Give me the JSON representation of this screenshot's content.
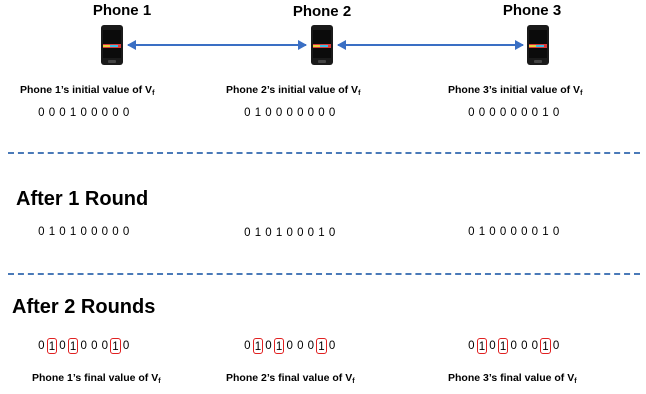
{
  "phones": [
    {
      "title": "Phone 1",
      "initial_label": "Phone 1’s initial value of V",
      "final_label": "Phone 1’s final value of V"
    },
    {
      "title": "Phone 2",
      "initial_label": "Phone 2’s initial value of V",
      "final_label": "Phone 2’s final value of V"
    },
    {
      "title": "Phone 3",
      "initial_label": "Phone 3’s initial value of V",
      "final_label": "Phone 3’s final value of V"
    }
  ],
  "subscript": "f",
  "initial_bits": [
    [
      0,
      0,
      0,
      1,
      0,
      0,
      0,
      0,
      0
    ],
    [
      0,
      1,
      0,
      0,
      0,
      0,
      0,
      0,
      0
    ],
    [
      0,
      0,
      0,
      0,
      0,
      0,
      0,
      1,
      0
    ]
  ],
  "round1": {
    "title": "After 1 Round",
    "bits": [
      [
        0,
        1,
        0,
        1,
        0,
        0,
        0,
        0,
        0
      ],
      [
        0,
        1,
        0,
        1,
        0,
        0,
        0,
        1,
        0
      ],
      [
        0,
        1,
        0,
        0,
        0,
        0,
        0,
        1,
        0
      ]
    ]
  },
  "round2": {
    "title": "After 2 Rounds",
    "bits": [
      [
        0,
        1,
        0,
        1,
        0,
        0,
        0,
        1,
        0
      ],
      [
        0,
        1,
        0,
        1,
        0,
        0,
        0,
        1,
        0
      ],
      [
        0,
        1,
        0,
        1,
        0,
        0,
        0,
        1,
        0
      ]
    ],
    "highlight_indices": [
      1,
      3,
      7
    ]
  },
  "colors": {
    "arrow": "#3a6fc4",
    "divider": "#4a7ab8",
    "highlight": "#e02020"
  }
}
